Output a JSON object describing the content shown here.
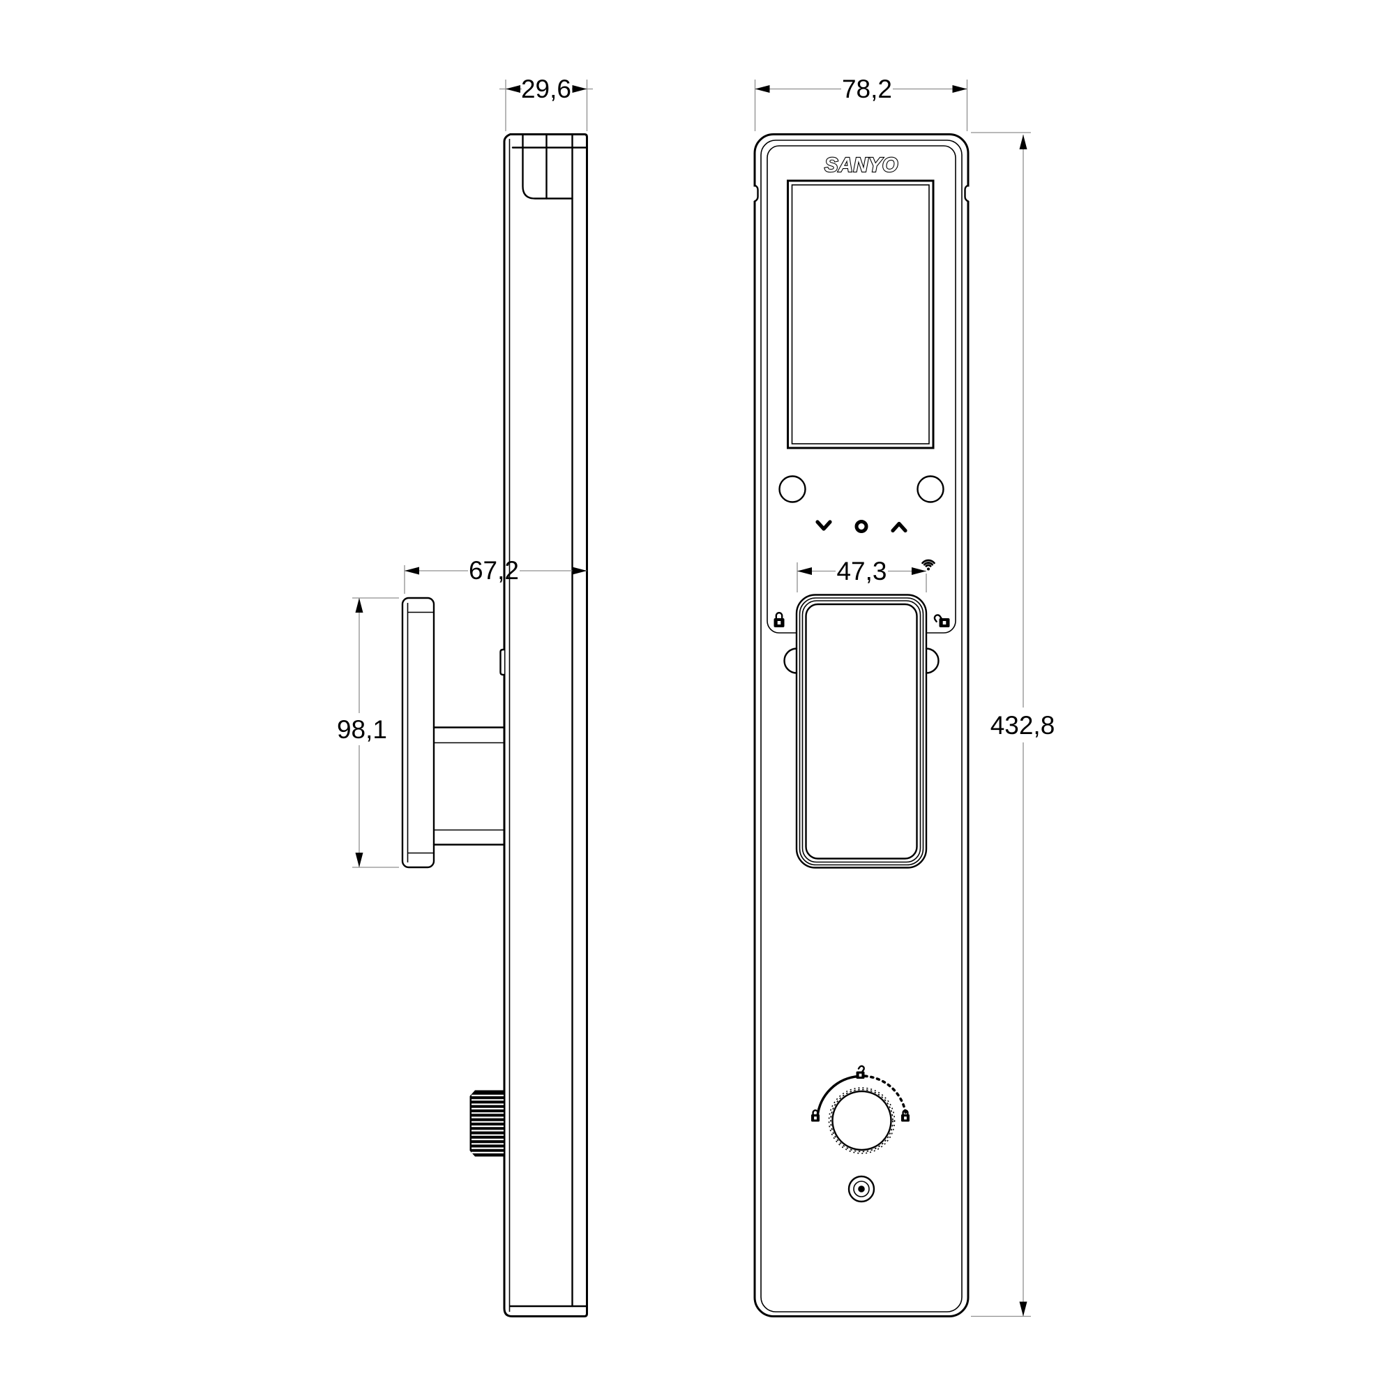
{
  "drawing": {
    "brand": "SANYO",
    "dimensions": {
      "body_depth": "29,6",
      "front_width": "78,2",
      "handle_depth": "67,2",
      "handle_plate_height": "98,1",
      "cover_width": "47,3",
      "total_height": "432,8"
    },
    "icons": [
      "wifi-icon",
      "padlock-locked-icon",
      "padlock-unlocked-icon",
      "chevron-down-icon",
      "dot-icon",
      "chevron-up-icon",
      "knob-lock-closed-icon",
      "knob-lock-open-icon"
    ],
    "colors": {
      "background": "#ffffff",
      "outline": "#000000",
      "dimension_line": "#8f8f8f"
    }
  }
}
